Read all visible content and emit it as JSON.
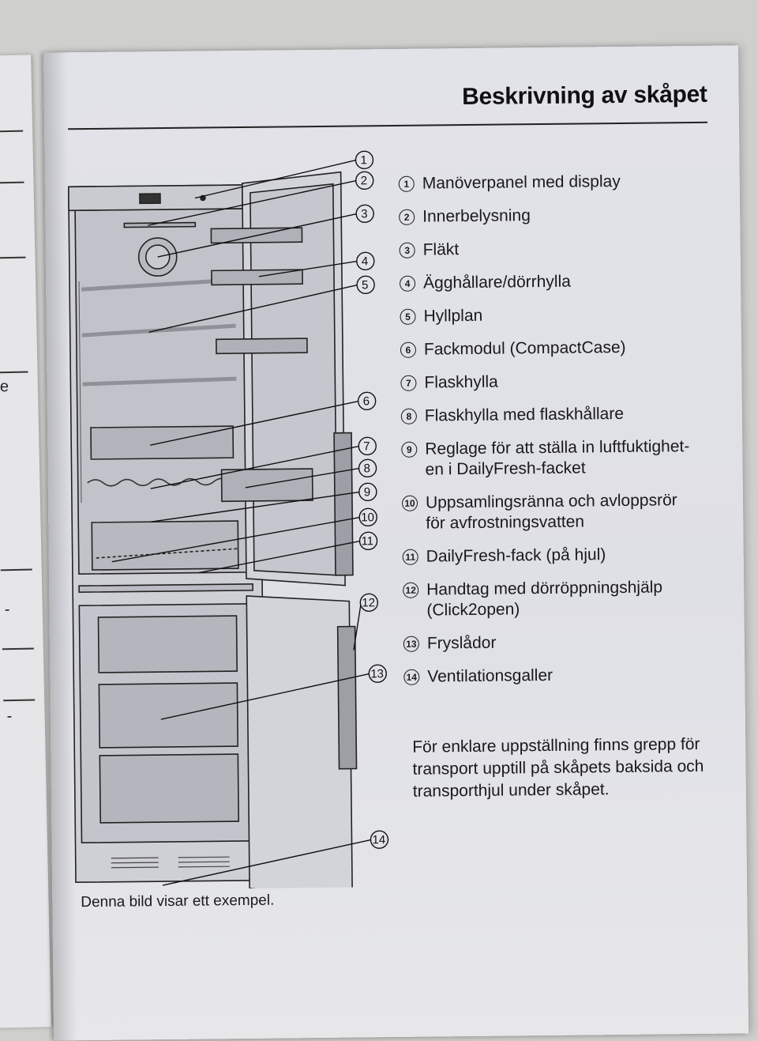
{
  "page_title": "Beskrivning av skåpet",
  "legend": [
    {
      "num": "1",
      "lines": [
        "Manöverpanel med display"
      ]
    },
    {
      "num": "2",
      "lines": [
        "Innerbelysning"
      ]
    },
    {
      "num": "3",
      "lines": [
        "Fläkt"
      ]
    },
    {
      "num": "4",
      "lines": [
        "Ägghållare/dörrhylla"
      ]
    },
    {
      "num": "5",
      "lines": [
        "Hyllplan"
      ]
    },
    {
      "num": "6",
      "lines": [
        "Fackmodul (CompactCase)"
      ]
    },
    {
      "num": "7",
      "lines": [
        "Flaskhylla"
      ]
    },
    {
      "num": "8",
      "lines": [
        "Flaskhylla med flaskhållare"
      ]
    },
    {
      "num": "9",
      "lines": [
        "Reglage för att ställa in luftfuktighet-",
        "en i DailyFresh-facket"
      ]
    },
    {
      "num": "10",
      "lines": [
        "Uppsamlingsränna och avloppsrör",
        "för avfrostningsvatten"
      ]
    },
    {
      "num": "11",
      "lines": [
        "DailyFresh-fack (på hjul)"
      ]
    },
    {
      "num": "12",
      "lines": [
        "Handtag med dörröppningshjälp",
        "(Click2open)"
      ]
    },
    {
      "num": "13",
      "lines": [
        "Frysلådor"
      ]
    },
    {
      "num": "14",
      "lines": [
        "Ventilationsgaller"
      ]
    }
  ],
  "note": "För enklare uppställning finns grepp för transport upptill på skåpets baksida och transporthjul under skåpet.",
  "caption": "Denna bild visar ett exempel.",
  "left_page_fragments": [
    "e",
    "-",
    "-"
  ]
}
